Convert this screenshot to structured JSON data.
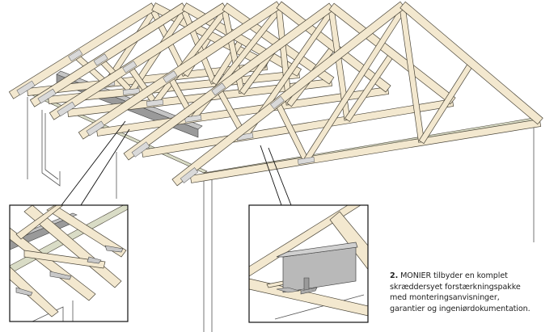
{
  "figure": {
    "title": "Roof truss reinforcement illustration",
    "colors": {
      "timber_fill": "#f3e8cf",
      "timber_stroke": "#4a4538",
      "steel_fill": "#b9b9b9",
      "steel_dark": "#8f8f8f",
      "plate_fill": "#d9d9d9",
      "wallplate_fill": "#d9dcc6",
      "wall_stroke": "#555555",
      "callout_stroke": "#111111"
    },
    "trusses": [
      {
        "label": "truss-1"
      },
      {
        "label": "truss-2"
      },
      {
        "label": "truss-3"
      },
      {
        "label": "truss-4"
      },
      {
        "label": "truss-5"
      },
      {
        "label": "truss-6"
      }
    ],
    "callouts": [
      {
        "label": "detail-left",
        "subject": "steel beam across truss bottom chords"
      },
      {
        "label": "detail-right",
        "subject": "steel I-beam with bracket on truss"
      }
    ]
  },
  "caption": {
    "number": "2.",
    "lines": [
      "MONIER tilbyder en komplet",
      "skræddersyet forstærkningspakke",
      "med monteringsanvisninger,",
      "garantier og ingeniørdokumentation."
    ]
  }
}
